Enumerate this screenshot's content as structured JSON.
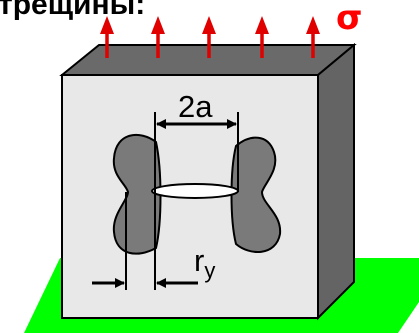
{
  "heading": {
    "text": "трещины:"
  },
  "stress_symbol": {
    "text": "σ",
    "color": "#ff0000"
  },
  "crack_length_label": {
    "text": "2a"
  },
  "plastic_zone_label": {
    "main": "r",
    "subscript": "y"
  },
  "colors": {
    "block_front": "#e8e8e8",
    "block_side": "#646464",
    "block_top": "#6a6a6a",
    "ground": "#00ff00",
    "plastic_zone": "#7a7a7a",
    "crack": "#ffffff",
    "arrow": "#e00000",
    "outline": "#000000"
  },
  "icons": {
    "tension_arrow": "up-arrow",
    "dimension_arrow": "arrowhead"
  }
}
